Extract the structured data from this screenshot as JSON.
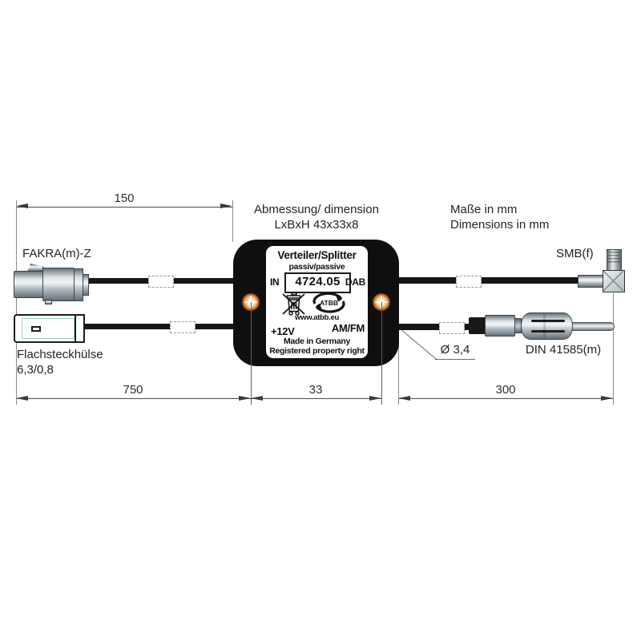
{
  "title_block": {
    "line1": "Abmessung/ dimension",
    "line2": "LxBxH 43x33x8"
  },
  "units_note": {
    "line1": "Maße in mm",
    "line2": "Dimensions in mm"
  },
  "connector_labels": {
    "fakra": "FAKRA(m)-Z",
    "flat_terminal_line1": "Flachsteckhülse",
    "flat_terminal_line2": "6,3/0,8",
    "smb": "SMB(f)",
    "din": "DIN 41585(m)",
    "cable_diameter": "Ø 3,4"
  },
  "dimensions": {
    "fakra_cable_length": "150",
    "flat_cable_length": "750",
    "box_width": "33",
    "right_cable_length": "300"
  },
  "device_label": {
    "title": "Verteiler/Splitter",
    "subtitle": "passiv/passive",
    "port_in": "IN",
    "part_number": "4724.05",
    "port_dab": "DAB",
    "logo_text": "ATBB",
    "website": "www.atbb.eu",
    "power": "+12V",
    "port_amfm": "AM/FM",
    "made_in": "Made in Germany",
    "rights": "Registered property right"
  },
  "icons": {
    "weee": "weee-crossed-out-bin-icon",
    "logo": "atbb-circular-arrows-logo",
    "screws": "phillips-screw-head"
  },
  "colors": {
    "device_body": "#0f0f0f",
    "label_background": "#ffffff",
    "screw_ring_orange": "#c97c2e",
    "terminal_teal": "#9ad2cd",
    "cable_black": "#161616",
    "metal_light": "#eef1f2",
    "metal_dark": "#69737a",
    "drafting_line": "#4a4a4a"
  }
}
